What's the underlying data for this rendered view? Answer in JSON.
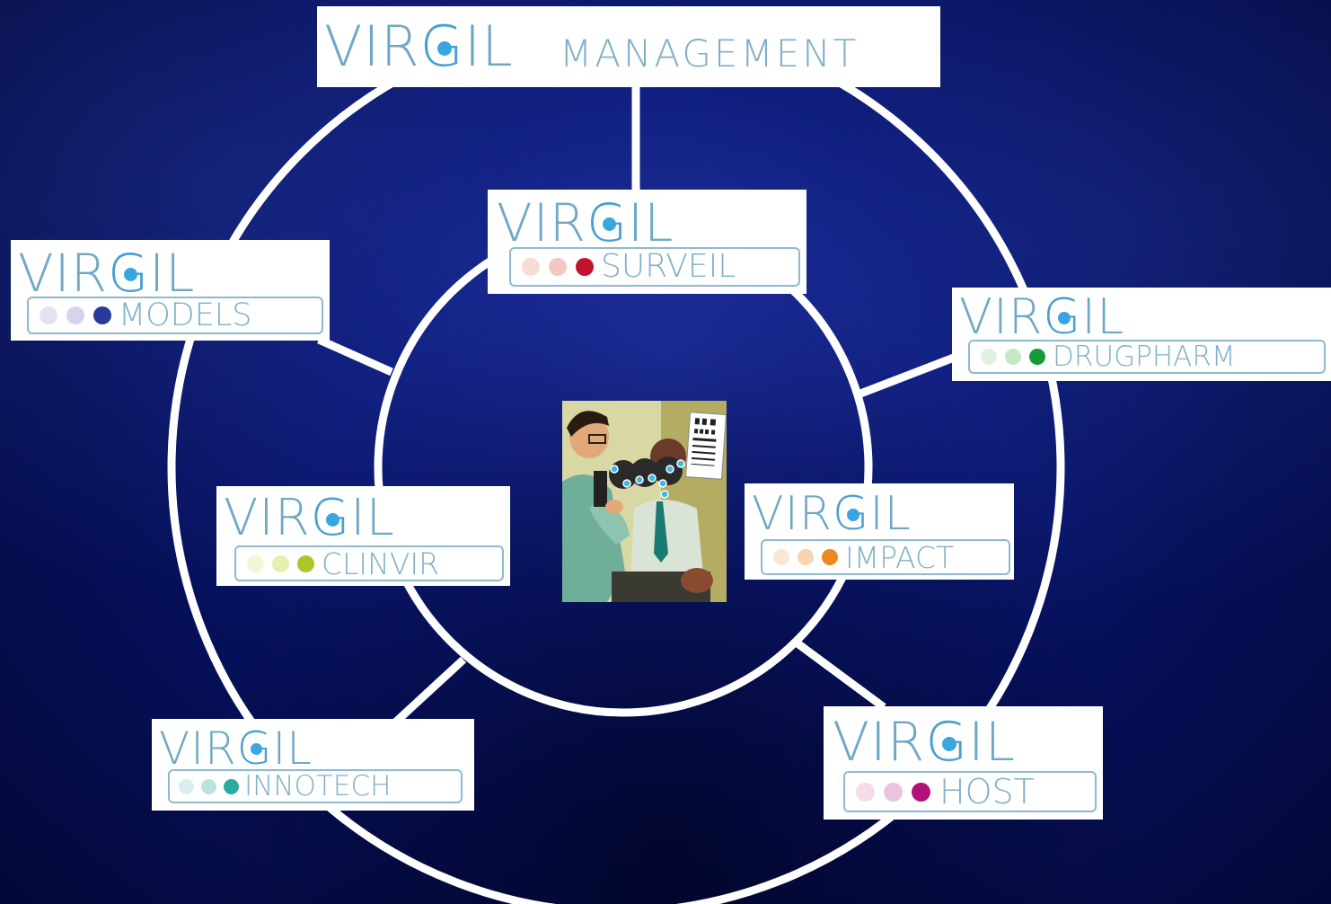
{
  "brand": {
    "virgil_prefix": "VIR",
    "virgil_g": "G",
    "virgil_suffix": "IL",
    "accent_color": "#3aa6e0",
    "text_color": "#7fb0c8"
  },
  "center": {
    "top_logo": {
      "label": "MANAGEMENT"
    },
    "illustration": "eye-exam-illustration"
  },
  "modules": [
    {
      "id": "surveil",
      "label": "SURVEIL",
      "dot_colors": [
        "#f7dcd6",
        "#f3c8bf",
        "#c4122e"
      ]
    },
    {
      "id": "models",
      "label": "MODELS",
      "dot_colors": [
        "#e4e2f2",
        "#d6d4ec",
        "#2a3a9a"
      ]
    },
    {
      "id": "drugpharm",
      "label": "DRUGPHARM",
      "dot_colors": [
        "#e0f2df",
        "#c6e8c4",
        "#149a36"
      ]
    },
    {
      "id": "clinvir",
      "label": "CLINVIR",
      "dot_colors": [
        "#f1f6d6",
        "#e4efb0",
        "#a8c82a"
      ]
    },
    {
      "id": "impact",
      "label": "IMPACT",
      "dot_colors": [
        "#fbe6d4",
        "#f8d3b2",
        "#ea8a1c"
      ]
    },
    {
      "id": "innotech",
      "label": "INNOTECH",
      "dot_colors": [
        "#d8efef",
        "#bde3e1",
        "#2aaaa0"
      ]
    },
    {
      "id": "host",
      "label": "HOST",
      "dot_colors": [
        "#f4dcea",
        "#eac4dd",
        "#b0127a"
      ]
    }
  ]
}
